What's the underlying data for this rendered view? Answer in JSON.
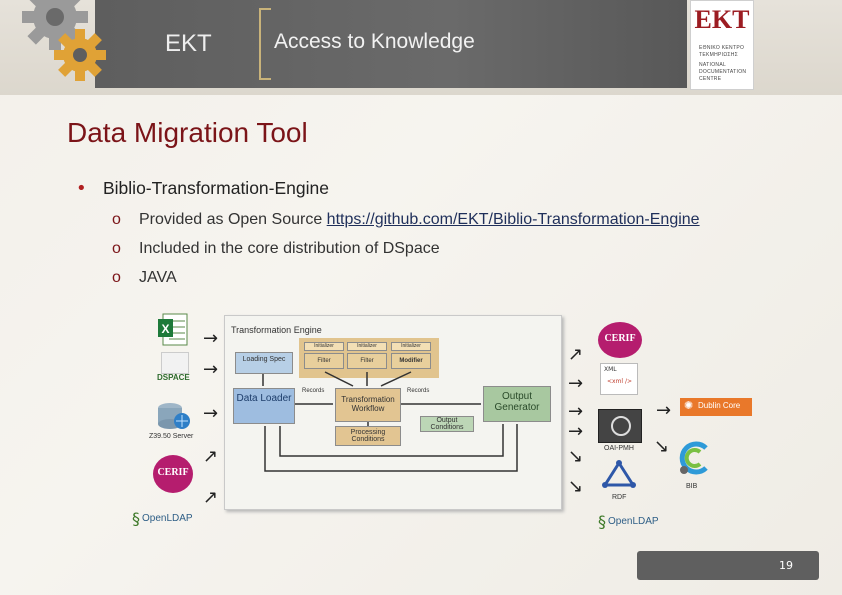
{
  "header": {
    "org": "EKT",
    "tagline": "Access to Knowledge",
    "logo": {
      "letters": "EKT",
      "lines": [
        "ΕΘΝΙΚΟ ΚΕΝΤΡΟ",
        "ΤΕΚΜΗΡΙΩΣΗΣ",
        "NATIONAL",
        "DOCUMENTATION",
        "CENTRE"
      ]
    }
  },
  "slide": {
    "title": "Data Migration Tool",
    "bullet": "Biblio-Transformation-Engine",
    "subs": [
      {
        "text": "Provided as Open Source ",
        "link": "https://github.com/EKT/Biblio-Transformation-Engine"
      },
      {
        "text": "Included in the core distribution of DSpace"
      },
      {
        "text": "JAVA"
      }
    ],
    "page_number": "19"
  },
  "diagram": {
    "title": "Transformation Engine",
    "loading_spec": "Loading Spec",
    "filters": [
      "Initializer",
      "Initializer",
      "Initializer"
    ],
    "filter_row": [
      "Filter",
      "Filter",
      "Modifier"
    ],
    "data_loader": "Data Loader",
    "transformation_workflow": "Transformation Workflow",
    "output_generator": "Output Generator",
    "records_left": "Records",
    "records_right": "Records",
    "output_conditions": "Output Conditions",
    "processing_conditions": "Processing Conditions"
  },
  "inputs": {
    "dspace": "DSPACE",
    "z3950": "Z39.50 Server",
    "cerif": "CERIF",
    "openldap": "OpenLDAP"
  },
  "outputs": {
    "cerif": "CERIF",
    "xml": "XML",
    "xml_tag": "<xml />",
    "dublin_core": "Dublin Core",
    "oai_pmh": "OAI-PMH",
    "rdf": "RDF",
    "bibtex": "BIB",
    "openldap": "OpenLDAP"
  }
}
